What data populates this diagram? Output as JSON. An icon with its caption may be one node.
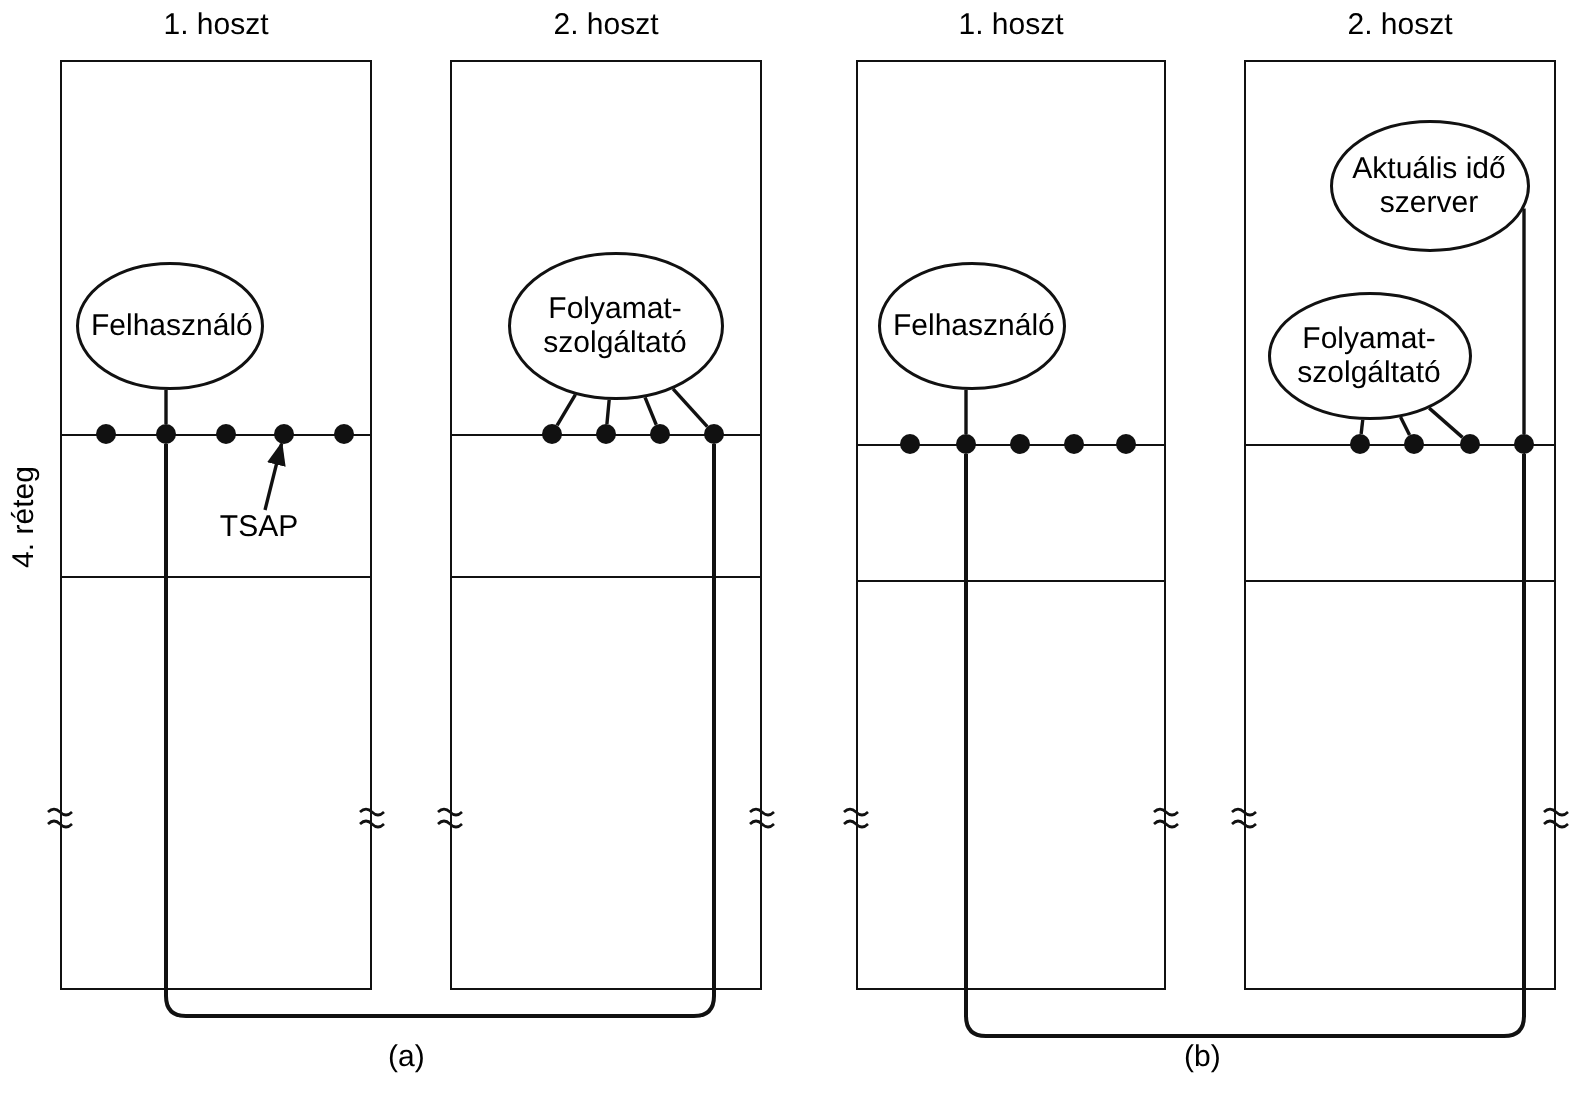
{
  "diagram": {
    "nodes": [
      {
        "text": [
          "1. hoszt"
        ]
      },
      {
        "text": [
          "Felhasználó"
        ],
        "in": 0
      },
      {
        "text": [],
        "shape": "circle",
        "in": 0
      },
      {
        "text": [],
        "shape": "circle",
        "in": 0
      },
      {
        "text": [],
        "shape": "circle",
        "in": 0
      },
      {
        "text": [],
        "shape": "circle",
        "in": 0
      },
      {
        "text": [],
        "shape": "circle",
        "in": 0
      },
      {
        "text": [
          "TSAP"
        ],
        "in": 0
      },
      {
        "text": [
          "2. hoszt"
        ]
      },
      {
        "text": [
          "Folyamat-szolgáltató"
        ],
        "in": 8
      },
      {
        "text": [],
        "shape": "circle",
        "in": 8
      },
      {
        "text": [],
        "shape": "circle",
        "in": 8
      },
      {
        "text": [],
        "shape": "circle",
        "in": 8
      },
      {
        "text": [],
        "shape": "circle",
        "in": 8
      },
      {
        "text": [
          "1. hoszt"
        ]
      },
      {
        "text": [
          "Felhasználó"
        ],
        "in": 14
      },
      {
        "text": [],
        "shape": "circle",
        "in": 14
      },
      {
        "text": [],
        "shape": "circle",
        "in": 14
      },
      {
        "text": [],
        "shape": "circle",
        "in": 14
      },
      {
        "text": [],
        "shape": "circle",
        "in": 14
      },
      {
        "text": [],
        "shape": "circle",
        "in": 14
      },
      {
        "text": [
          "2. hoszt"
        ]
      },
      {
        "text": [
          "Aktuális idő szerver"
        ],
        "in": 21
      },
      {
        "text": [
          "Folyamat-szolgáltató"
        ],
        "in": 21
      },
      {
        "text": [],
        "shape": "circle",
        "in": 21
      },
      {
        "text": [],
        "shape": "circle",
        "in": 21
      },
      {
        "text": [],
        "shape": "circle",
        "in": 21
      },
      {
        "text": [],
        "shape": "circle",
        "in": 21
      }
    ],
    "edges": [
      {
        "from": 1,
        "to": 3,
        "arrow": "none"
      },
      {
        "from": 9,
        "to": 10,
        "arrow": "none"
      },
      {
        "from": 9,
        "to": 11,
        "arrow": "none"
      },
      {
        "from": 9,
        "to": 12,
        "arrow": "none"
      },
      {
        "from": 9,
        "to": 13,
        "arrow": "none"
      },
      {
        "from": 3,
        "to": 13,
        "arrow": "none"
      },
      {
        "from": 7,
        "to": 5,
        "arrow": "to"
      },
      {
        "from": 15,
        "to": 17,
        "arrow": "none"
      },
      {
        "from": 23,
        "to": 24,
        "arrow": "none"
      },
      {
        "from": 23,
        "to": 25,
        "arrow": "none"
      },
      {
        "from": 23,
        "to": 26,
        "arrow": "none"
      },
      {
        "from": 22,
        "to": 27,
        "arrow": "none"
      },
      {
        "from": 17,
        "to": 27,
        "arrow": "none"
      }
    ],
    "labels": [
      "4. réteg",
      "(a)",
      "(b)"
    ]
  }
}
